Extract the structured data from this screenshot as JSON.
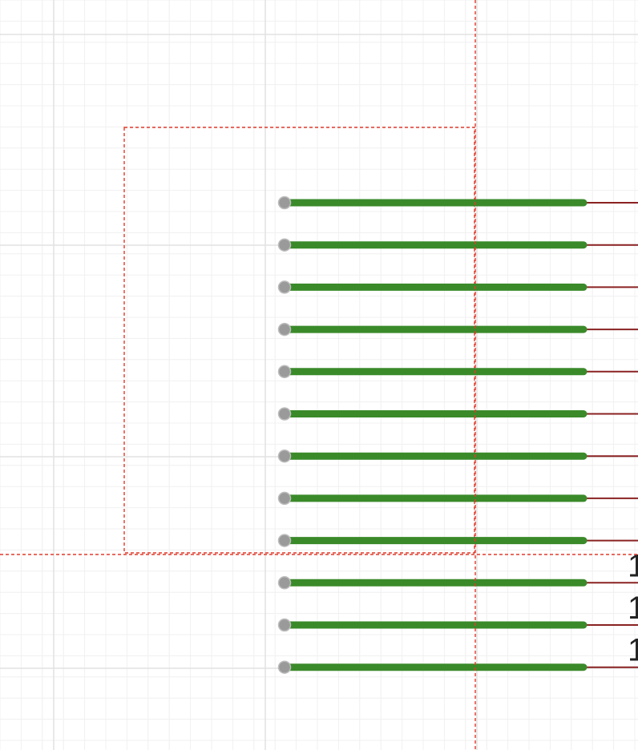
{
  "schematic": {
    "colors": {
      "background": "#ffffff",
      "grid_minor": "#f0f0f0",
      "grid_major": "#e2e2e2",
      "pin_body": "#3a8a2a",
      "pin_endpoint": "#9a9a9a",
      "wire": "#8a2222",
      "selection": "#e03a2a",
      "label_text": "#222222"
    },
    "pin_count": 12,
    "pin_labels": [
      "",
      "",
      "",
      "",
      "",
      "",
      "",
      "",
      "",
      "1",
      "1",
      "1"
    ]
  }
}
